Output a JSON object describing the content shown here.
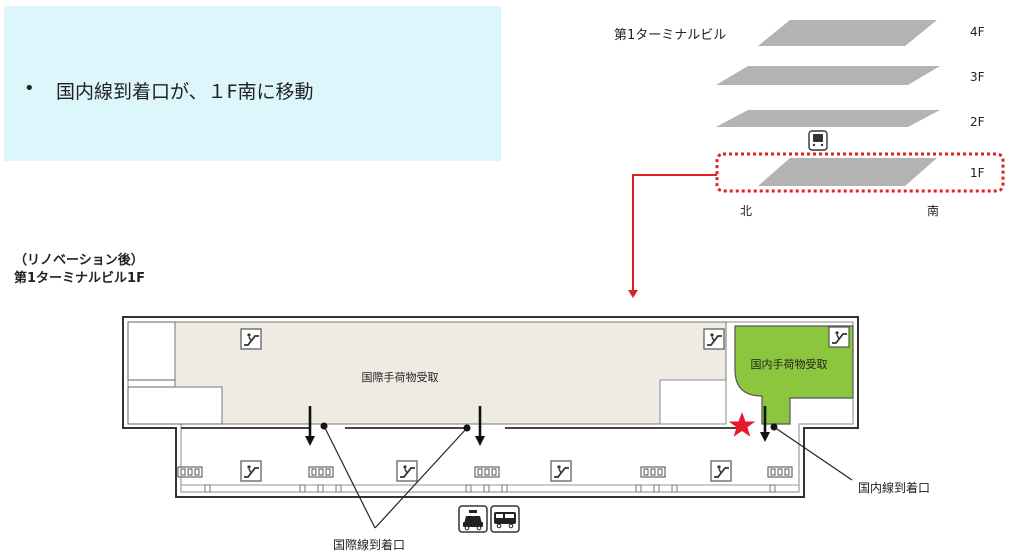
{
  "note": {
    "bullet": "•",
    "text": "国内線到着口が、１F南に移動"
  },
  "caption": {
    "line1": "（リノベーション後）",
    "line2": "第1ターミナルビル1F"
  },
  "building": {
    "title": "第1ターミナルビル",
    "floors": [
      "4F",
      "3F",
      "2F",
      "1F"
    ],
    "north": "北",
    "south": "南"
  },
  "floor_map": {
    "international_baggage": "国際手荷物受取",
    "domestic_baggage": "国内手荷物受取",
    "international_exit": "国際線到着口",
    "domestic_exit": "国内線到着口"
  },
  "colors": {
    "note_bg": "#ddf6fc",
    "floor_gray": "#b3b3b3",
    "intl_area": "#efebe3",
    "domestic_area": "#8cc63f",
    "highlight_red": "#e02020",
    "star_red": "#e8192c"
  },
  "icons": [
    "train-icon",
    "escalator-icon",
    "elevator-icon",
    "taxi-icon",
    "bus-icon",
    "star-icon"
  ]
}
